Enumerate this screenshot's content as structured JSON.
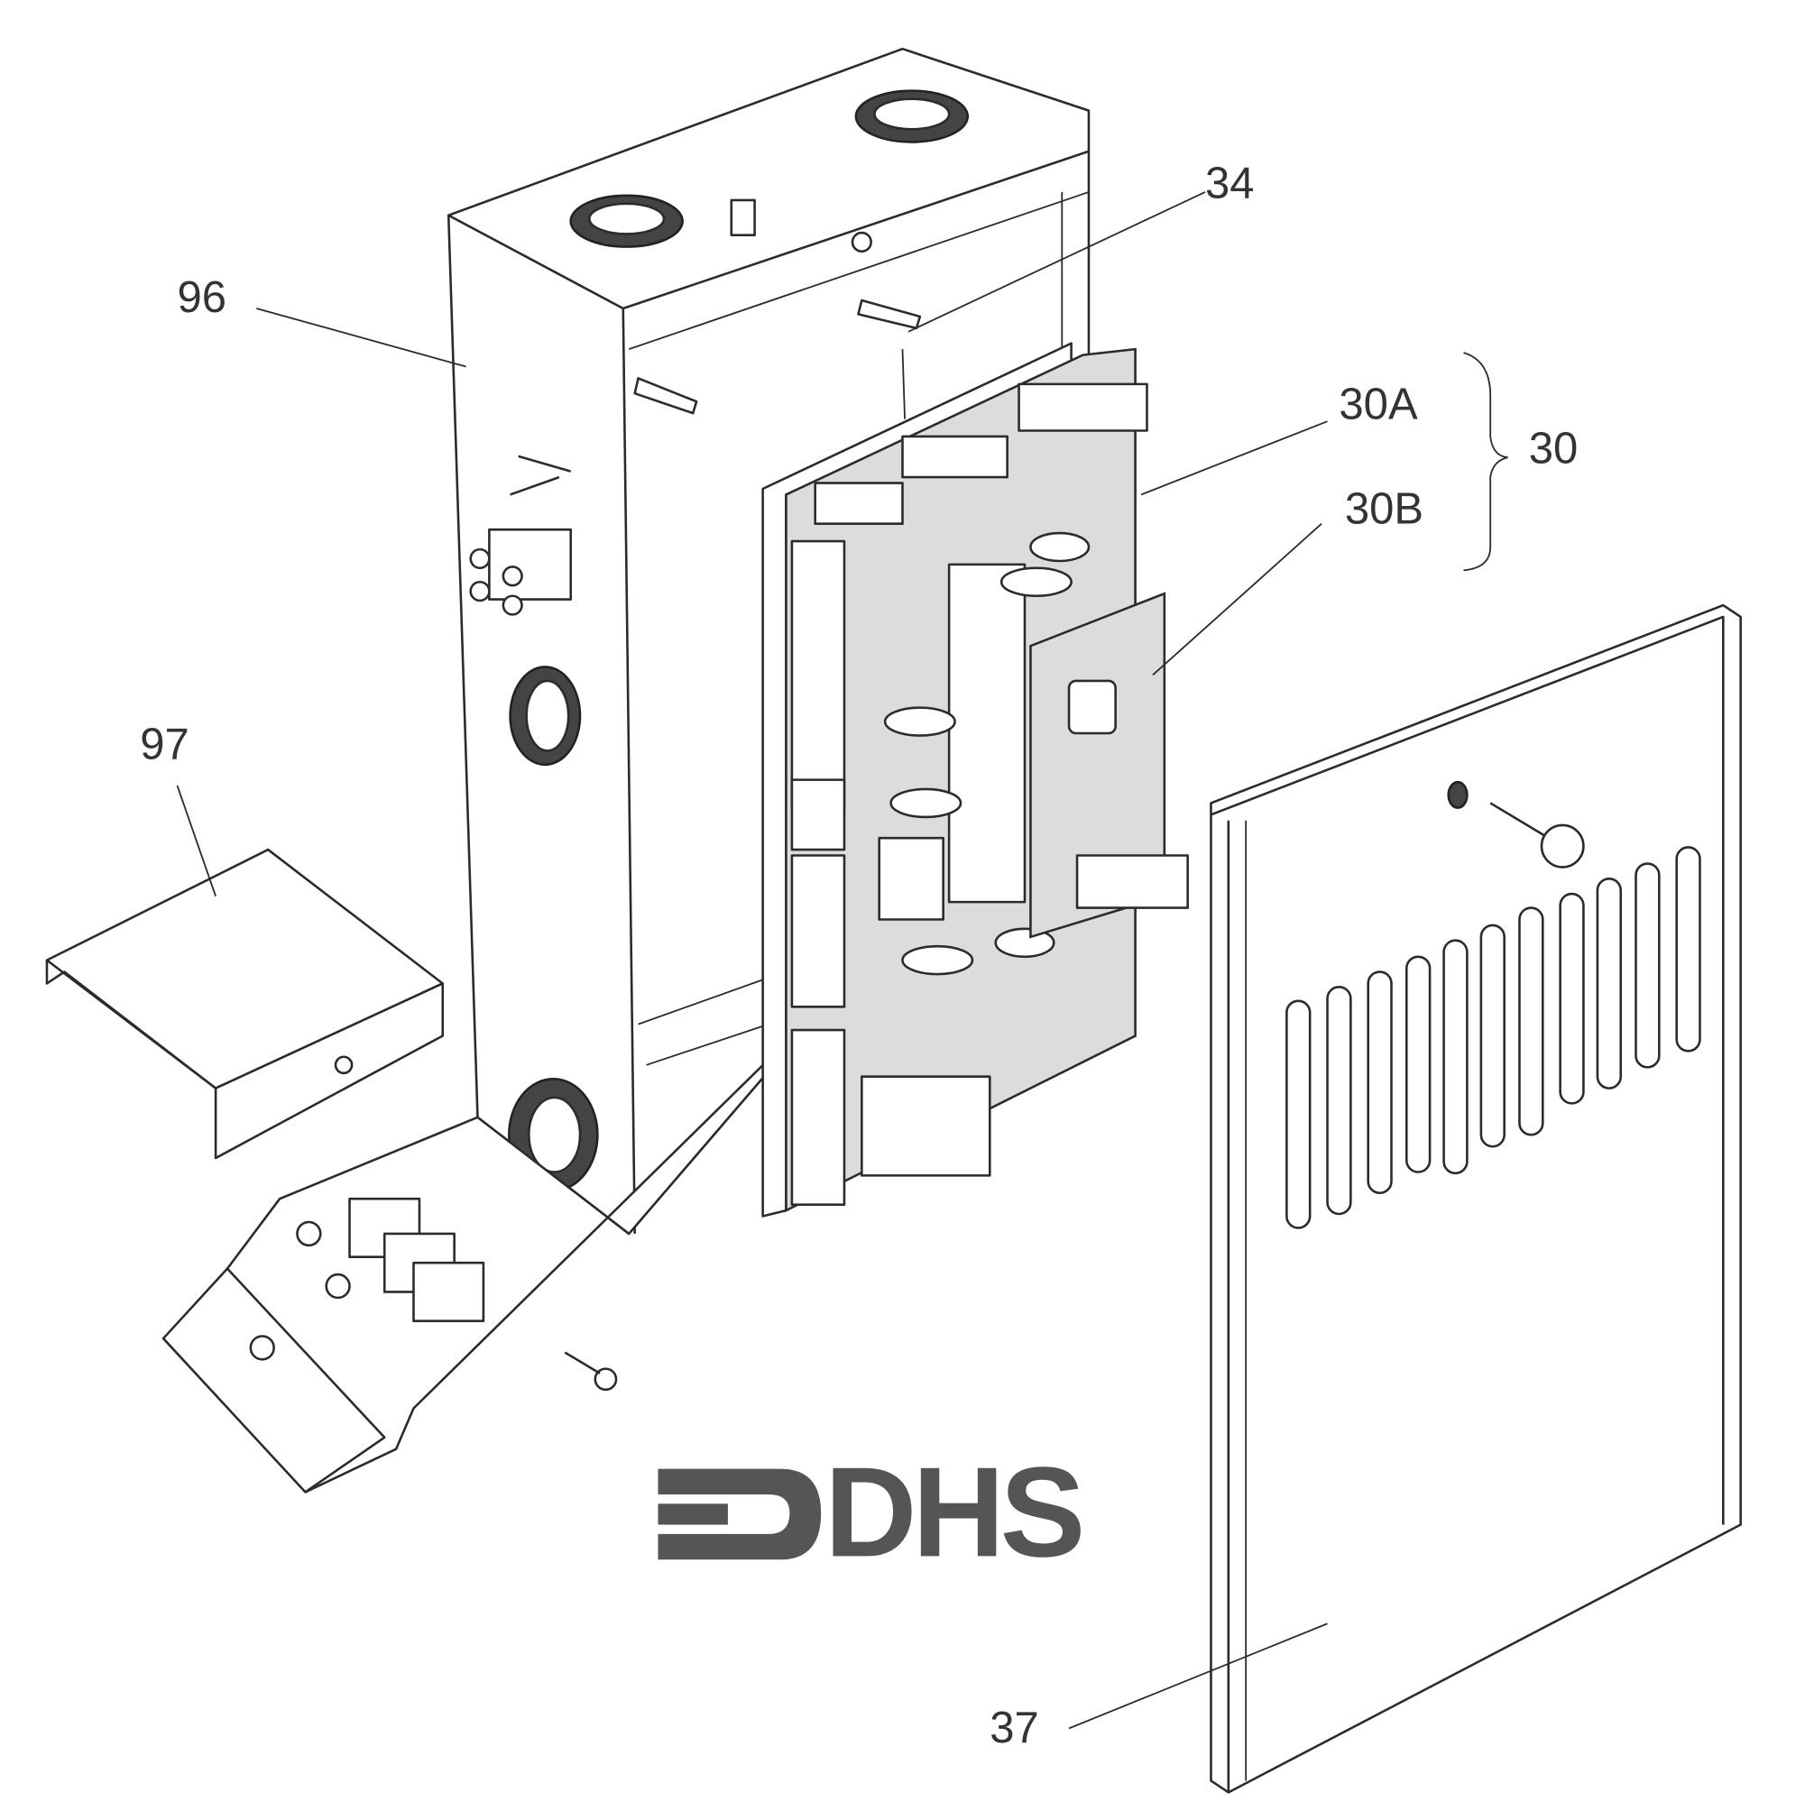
{
  "labels": {
    "housing": "96",
    "standoff": "34",
    "board_a": "30A",
    "board_b": "30B",
    "board_assembly": "30",
    "cover_bracket": "97",
    "front_cover": "37"
  },
  "logo": {
    "text": "DHS"
  }
}
